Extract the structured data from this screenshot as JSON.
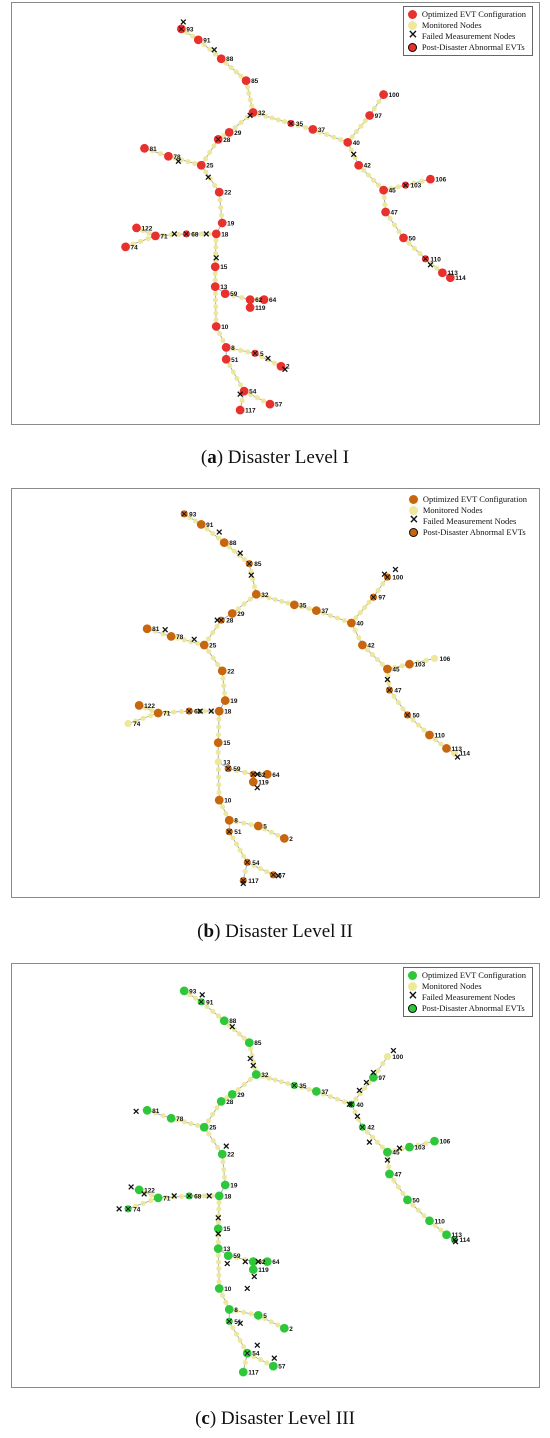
{
  "panels": [
    {
      "id": "a",
      "caption_letter": "a",
      "caption_text": "Disaster Level I",
      "color": "#e8302c",
      "legend": [
        "Optimized EVT Configuration",
        "Monitored Nodes",
        "Failed Measurement Nodes",
        "Post-Disaster Abnormal EVTs"
      ]
    },
    {
      "id": "b",
      "caption_letter": "b",
      "caption_text": "Disaster Level II",
      "color": "#c8660e",
      "legend": [
        "Optimized EVT Configuration",
        "Monitored Nodes",
        "Failed Measurement Nodes",
        "Post-Disaster Abnormal EVTs"
      ]
    },
    {
      "id": "c",
      "caption_letter": "c",
      "caption_text": "Disaster Level III",
      "color": "#2fc73a",
      "legend": [
        "Optimized EVT Configuration",
        "Monitored Nodes",
        "Failed Measurement Nodes",
        "Post-Disaster Abnormal EVTs"
      ]
    }
  ],
  "monitored_color": "#ede89a",
  "failed_color": "#111111",
  "node_labels": [
    "93",
    "91",
    "88",
    "85",
    "32",
    "35",
    "37",
    "40",
    "100",
    "97",
    "42",
    "45",
    "103",
    "106",
    "47",
    "50",
    "110",
    "113",
    "114",
    "29",
    "28",
    "81",
    "78",
    "25",
    "22",
    "19",
    "18",
    "122",
    "71",
    "68",
    "74",
    "15",
    "13",
    "59",
    "62",
    "64",
    "119",
    "10",
    "8",
    "51",
    "5",
    "2",
    "54",
    "57",
    "117"
  ]
}
